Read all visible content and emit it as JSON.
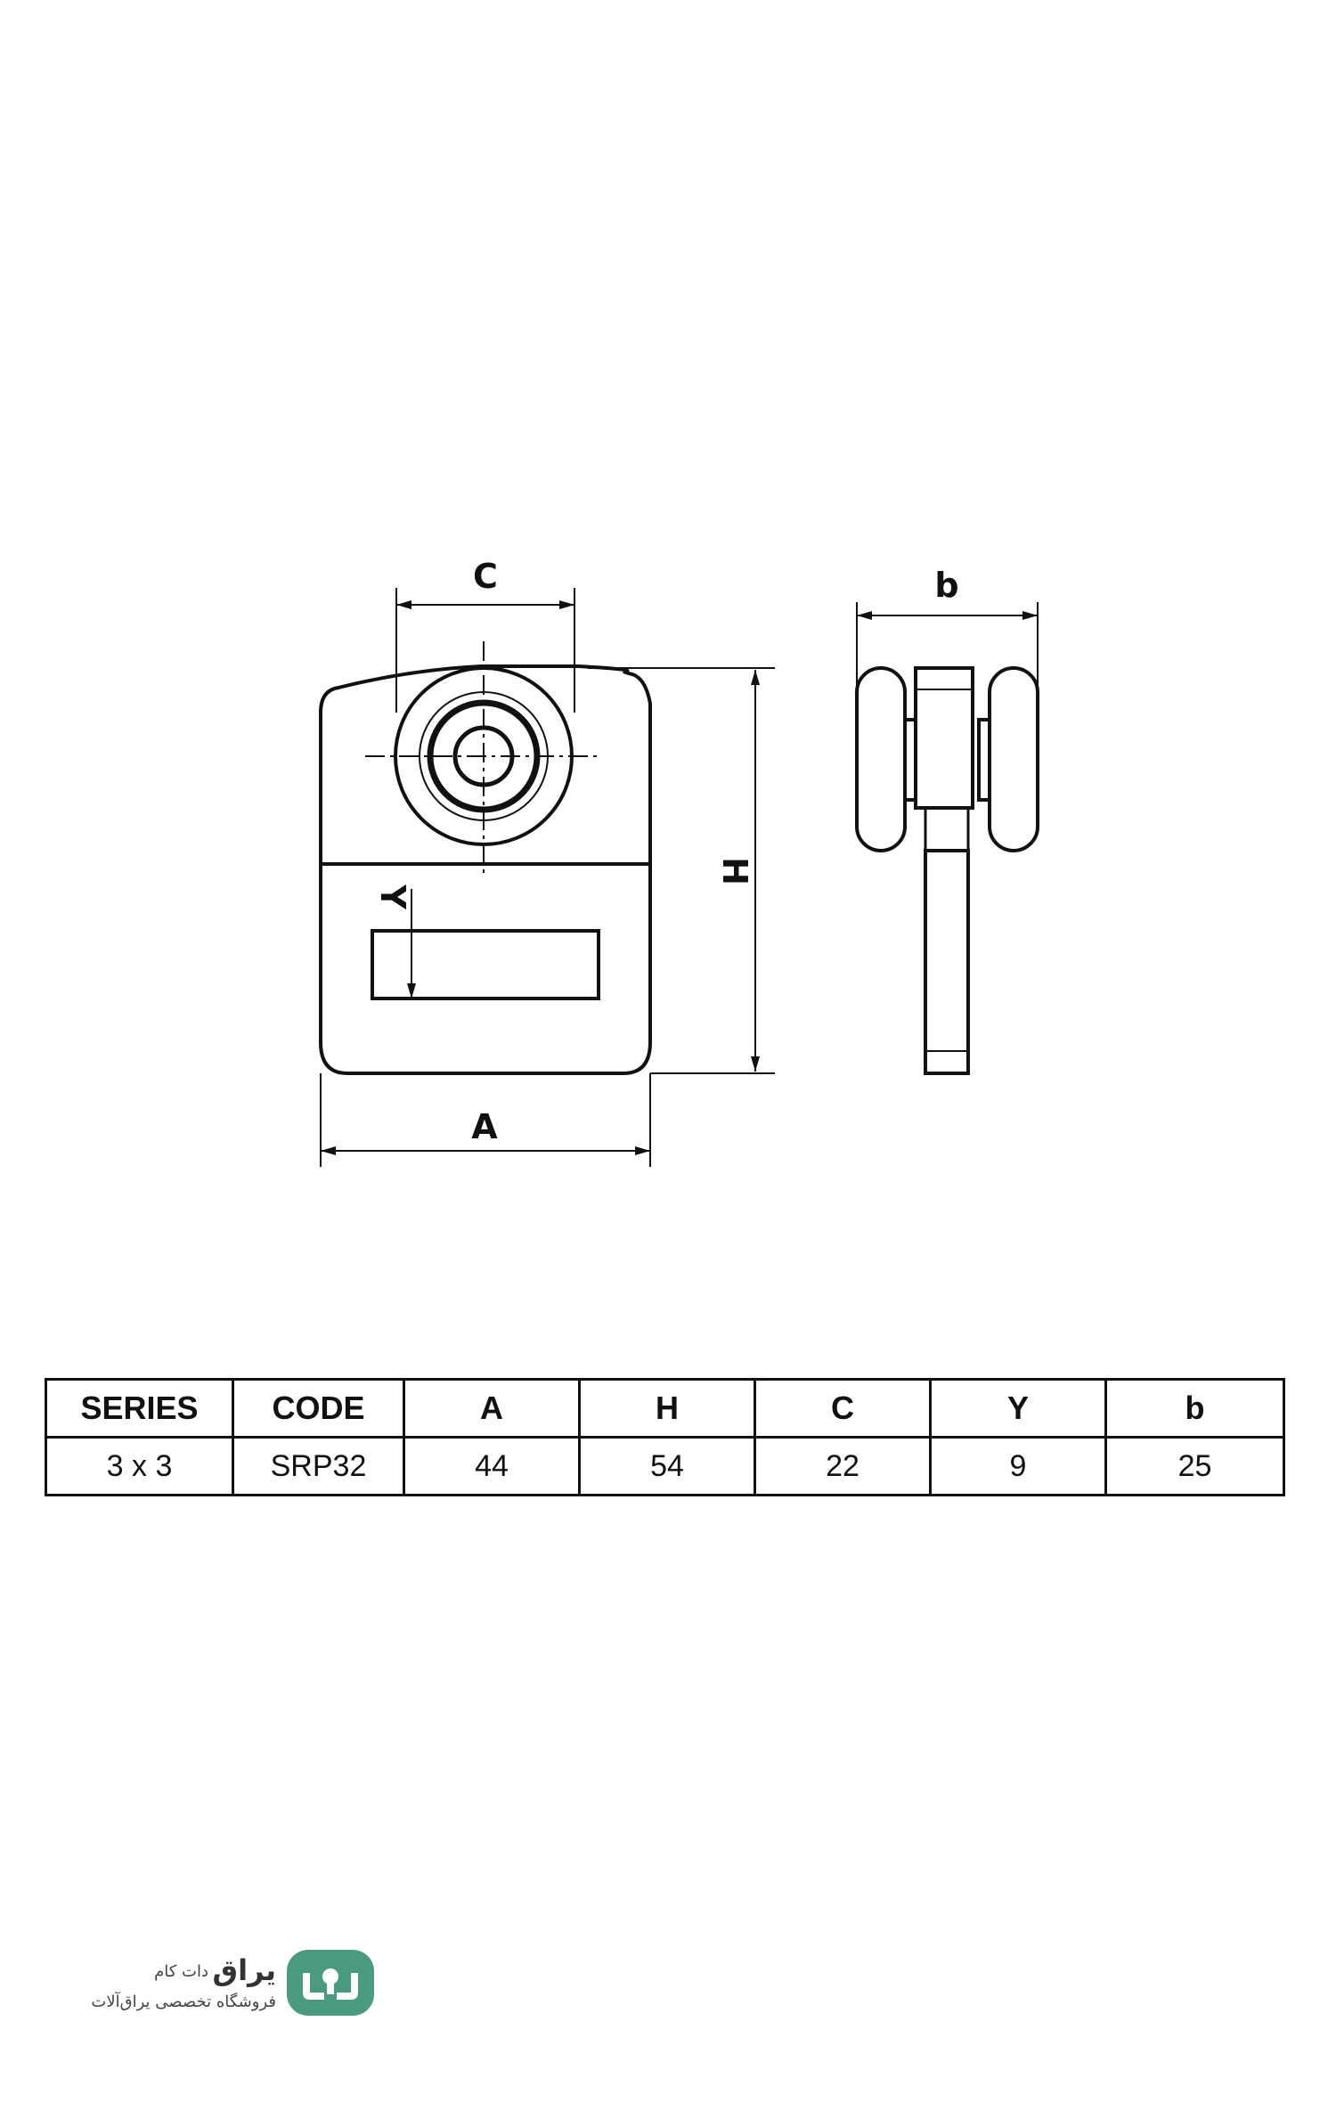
{
  "drawing": {
    "labels": {
      "c": "C",
      "b": "b",
      "h": "H",
      "y": "Y",
      "a": "A"
    }
  },
  "table": {
    "headers": [
      "SERIES",
      "CODE",
      "A",
      "H",
      "C",
      "Y",
      "b"
    ],
    "rows": [
      [
        "3 x 3",
        "SRP32",
        "44",
        "54",
        "22",
        "9",
        "25"
      ]
    ]
  },
  "brand": {
    "name": "یراق",
    "suffix": "دات کام",
    "tagline": "فروشگاه تخصصی یراق‌آلات",
    "logo_color": "#4a9b7e"
  }
}
